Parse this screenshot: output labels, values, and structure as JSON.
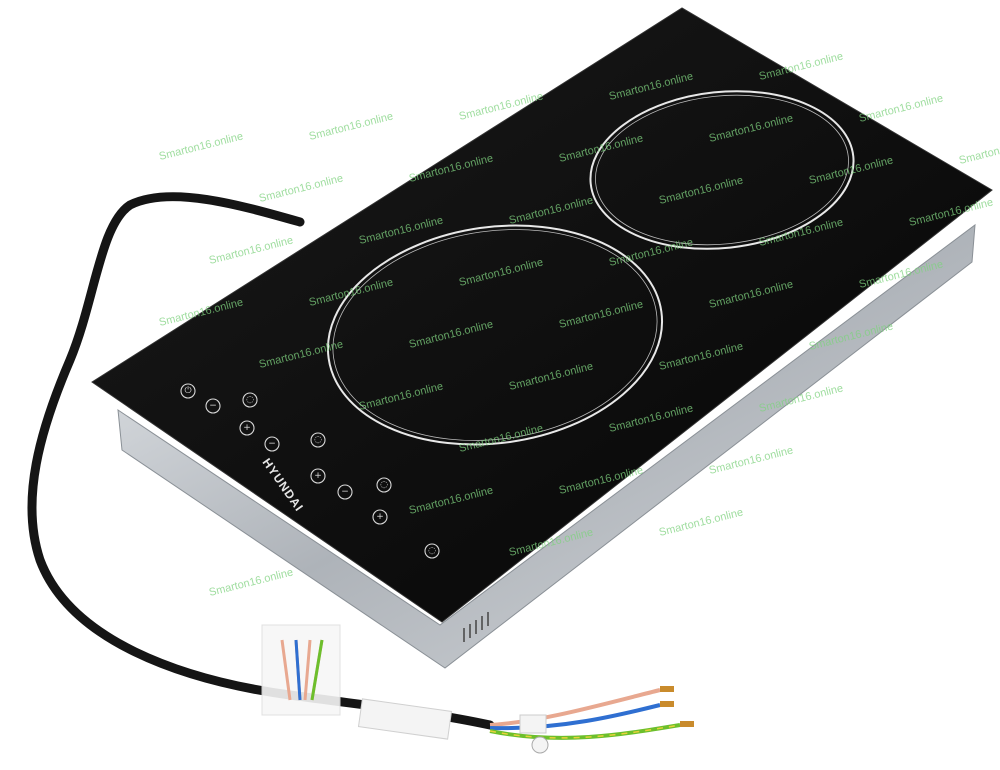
{
  "product": {
    "brand_label": "HYUNDAI",
    "description_type": "two-zone ceramic hob"
  },
  "controls": [
    {
      "symbol": "⏻"
    },
    {
      "symbol": "−"
    },
    {
      "symbol": "◌"
    },
    {
      "symbol": "+"
    },
    {
      "symbol": "−"
    },
    {
      "symbol": "◌"
    },
    {
      "symbol": "+"
    },
    {
      "symbol": "−"
    },
    {
      "symbol": "◌"
    },
    {
      "symbol": "+"
    },
    {
      "symbol": "◌"
    }
  ],
  "watermark": {
    "text": "Smarton16.online",
    "color": "#7fd27f"
  },
  "colors": {
    "glass": "#0b0b0b",
    "frame": "#c9cdd2",
    "cable": "#151515",
    "zone_ring": "#e8e8e8"
  }
}
